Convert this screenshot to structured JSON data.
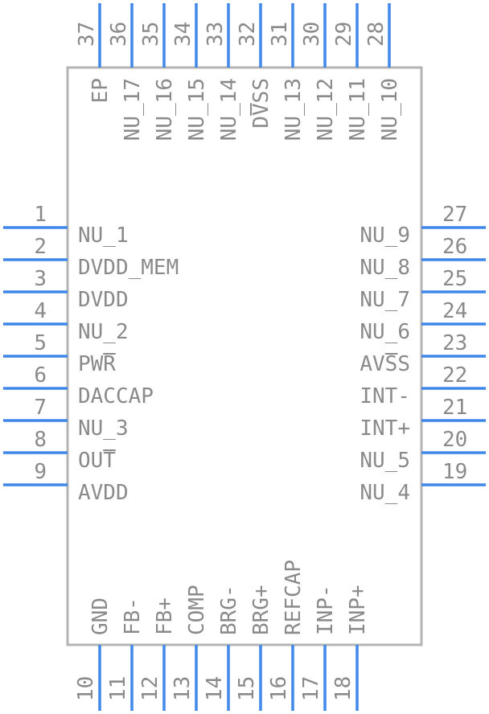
{
  "left_pins": [
    {
      "num": "1",
      "name": "NU_1"
    },
    {
      "num": "2",
      "name": "DVDD_MEM"
    },
    {
      "num": "3",
      "name": "DVDD"
    },
    {
      "num": "4",
      "name": "NU_2"
    },
    {
      "num": "5",
      "name": "PWR",
      "overline": "R"
    },
    {
      "num": "6",
      "name": "DACCAP"
    },
    {
      "num": "7",
      "name": "NU_3"
    },
    {
      "num": "8",
      "name": "OUT",
      "overline": "T"
    },
    {
      "num": "9",
      "name": "AVDD"
    }
  ],
  "right_pins": [
    {
      "num": "27",
      "name": "NU_9"
    },
    {
      "num": "26",
      "name": "NU_8"
    },
    {
      "num": "25",
      "name": "NU_7"
    },
    {
      "num": "24",
      "name": "NU_6"
    },
    {
      "num": "23",
      "name": "AVSS",
      "overline": "S"
    },
    {
      "num": "22",
      "name": "INT-"
    },
    {
      "num": "21",
      "name": "INT+"
    },
    {
      "num": "20",
      "name": "NU_5"
    },
    {
      "num": "19",
      "name": "NU_4"
    }
  ],
  "bottom_pins": [
    {
      "num": "10",
      "name": "GND"
    },
    {
      "num": "11",
      "name": "FB-"
    },
    {
      "num": "12",
      "name": "FB+"
    },
    {
      "num": "13",
      "name": "COMP"
    },
    {
      "num": "14",
      "name": "BRG-"
    },
    {
      "num": "15",
      "name": "BRG+"
    },
    {
      "num": "16",
      "name": "REFCAP"
    },
    {
      "num": "17",
      "name": "INP-"
    },
    {
      "num": "18",
      "name": "INP+"
    }
  ],
  "top_pins": [
    {
      "num": "37",
      "name": "EP"
    },
    {
      "num": "36",
      "name": "NU_17"
    },
    {
      "num": "35",
      "name": "NU_16"
    },
    {
      "num": "34",
      "name": "NU_15"
    },
    {
      "num": "33",
      "name": "NU_14"
    },
    {
      "num": "32",
      "name": "DVSS",
      "overline": "S"
    },
    {
      "num": "31",
      "name": "NU_13"
    },
    {
      "num": "30",
      "name": "NU_12"
    },
    {
      "num": "29",
      "name": "NU_11"
    },
    {
      "num": "28",
      "name": "NU_10"
    }
  ],
  "colors": {
    "pin": "#3f87e8",
    "body": "#b4b4b4",
    "text": "#8a8a8a"
  }
}
